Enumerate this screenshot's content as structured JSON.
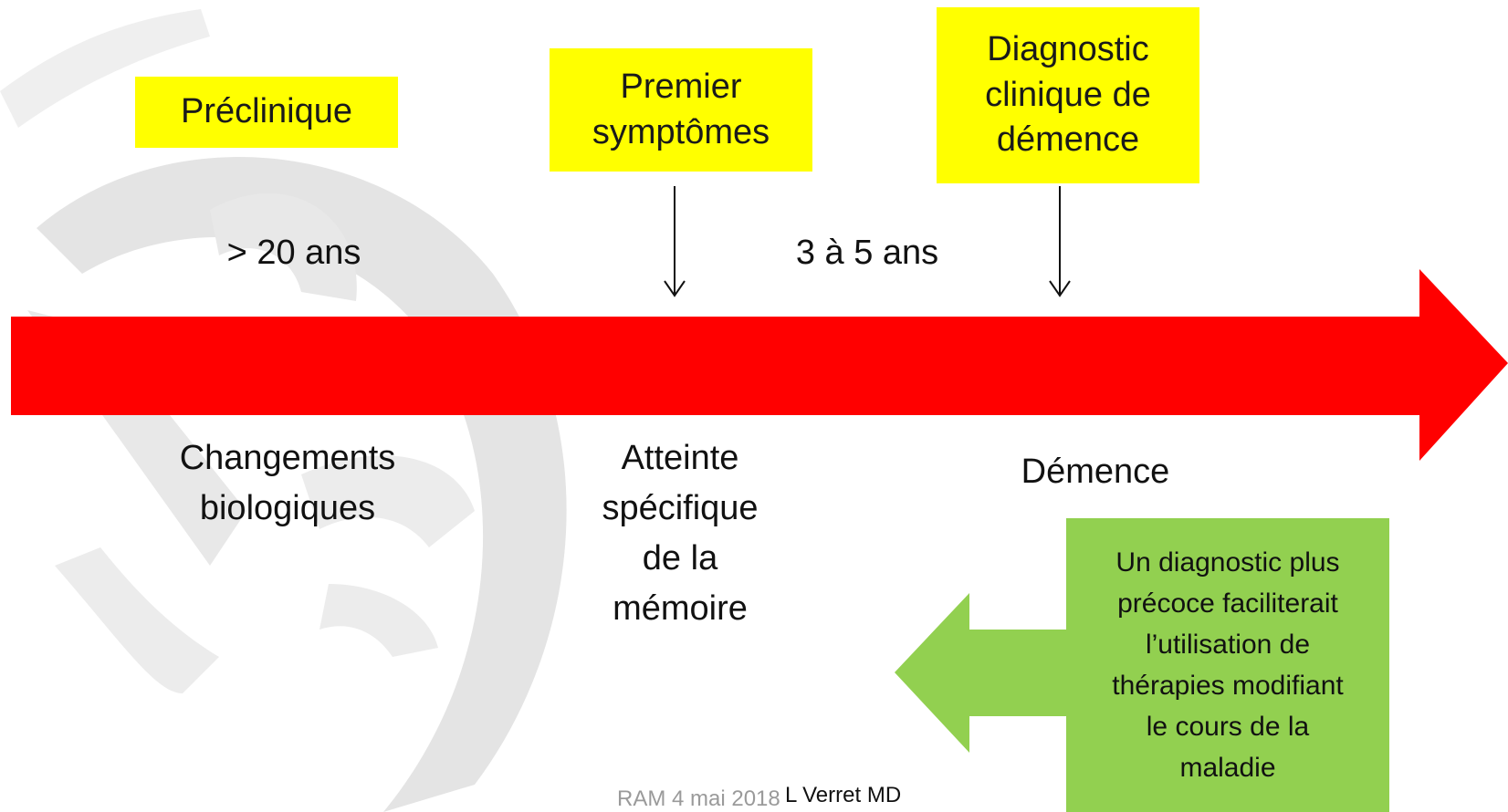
{
  "stages": [
    {
      "title": "Préclinique",
      "description": "Changements\nbiologiques"
    },
    {
      "title": "Premier\nsymptômes",
      "description": "Atteinte\nspécifique\nde la\nmémoire"
    },
    {
      "title": "Diagnostic\nclinique de\ndémence",
      "description": "Démence"
    }
  ],
  "durations": [
    "> 20 ans",
    "3 à 5 ans"
  ],
  "note": "Un diagnostic plus\nprécoce faciliterait\nl’utilisation de\nthérapies modifiant\nle cours de la\nmaladie",
  "footer": {
    "event": "RAM 4 mai 2018",
    "author": "L Verret MD"
  },
  "colors": {
    "timeline": "#ff0000",
    "highlight": "#ffff00",
    "note": "#92d050"
  }
}
